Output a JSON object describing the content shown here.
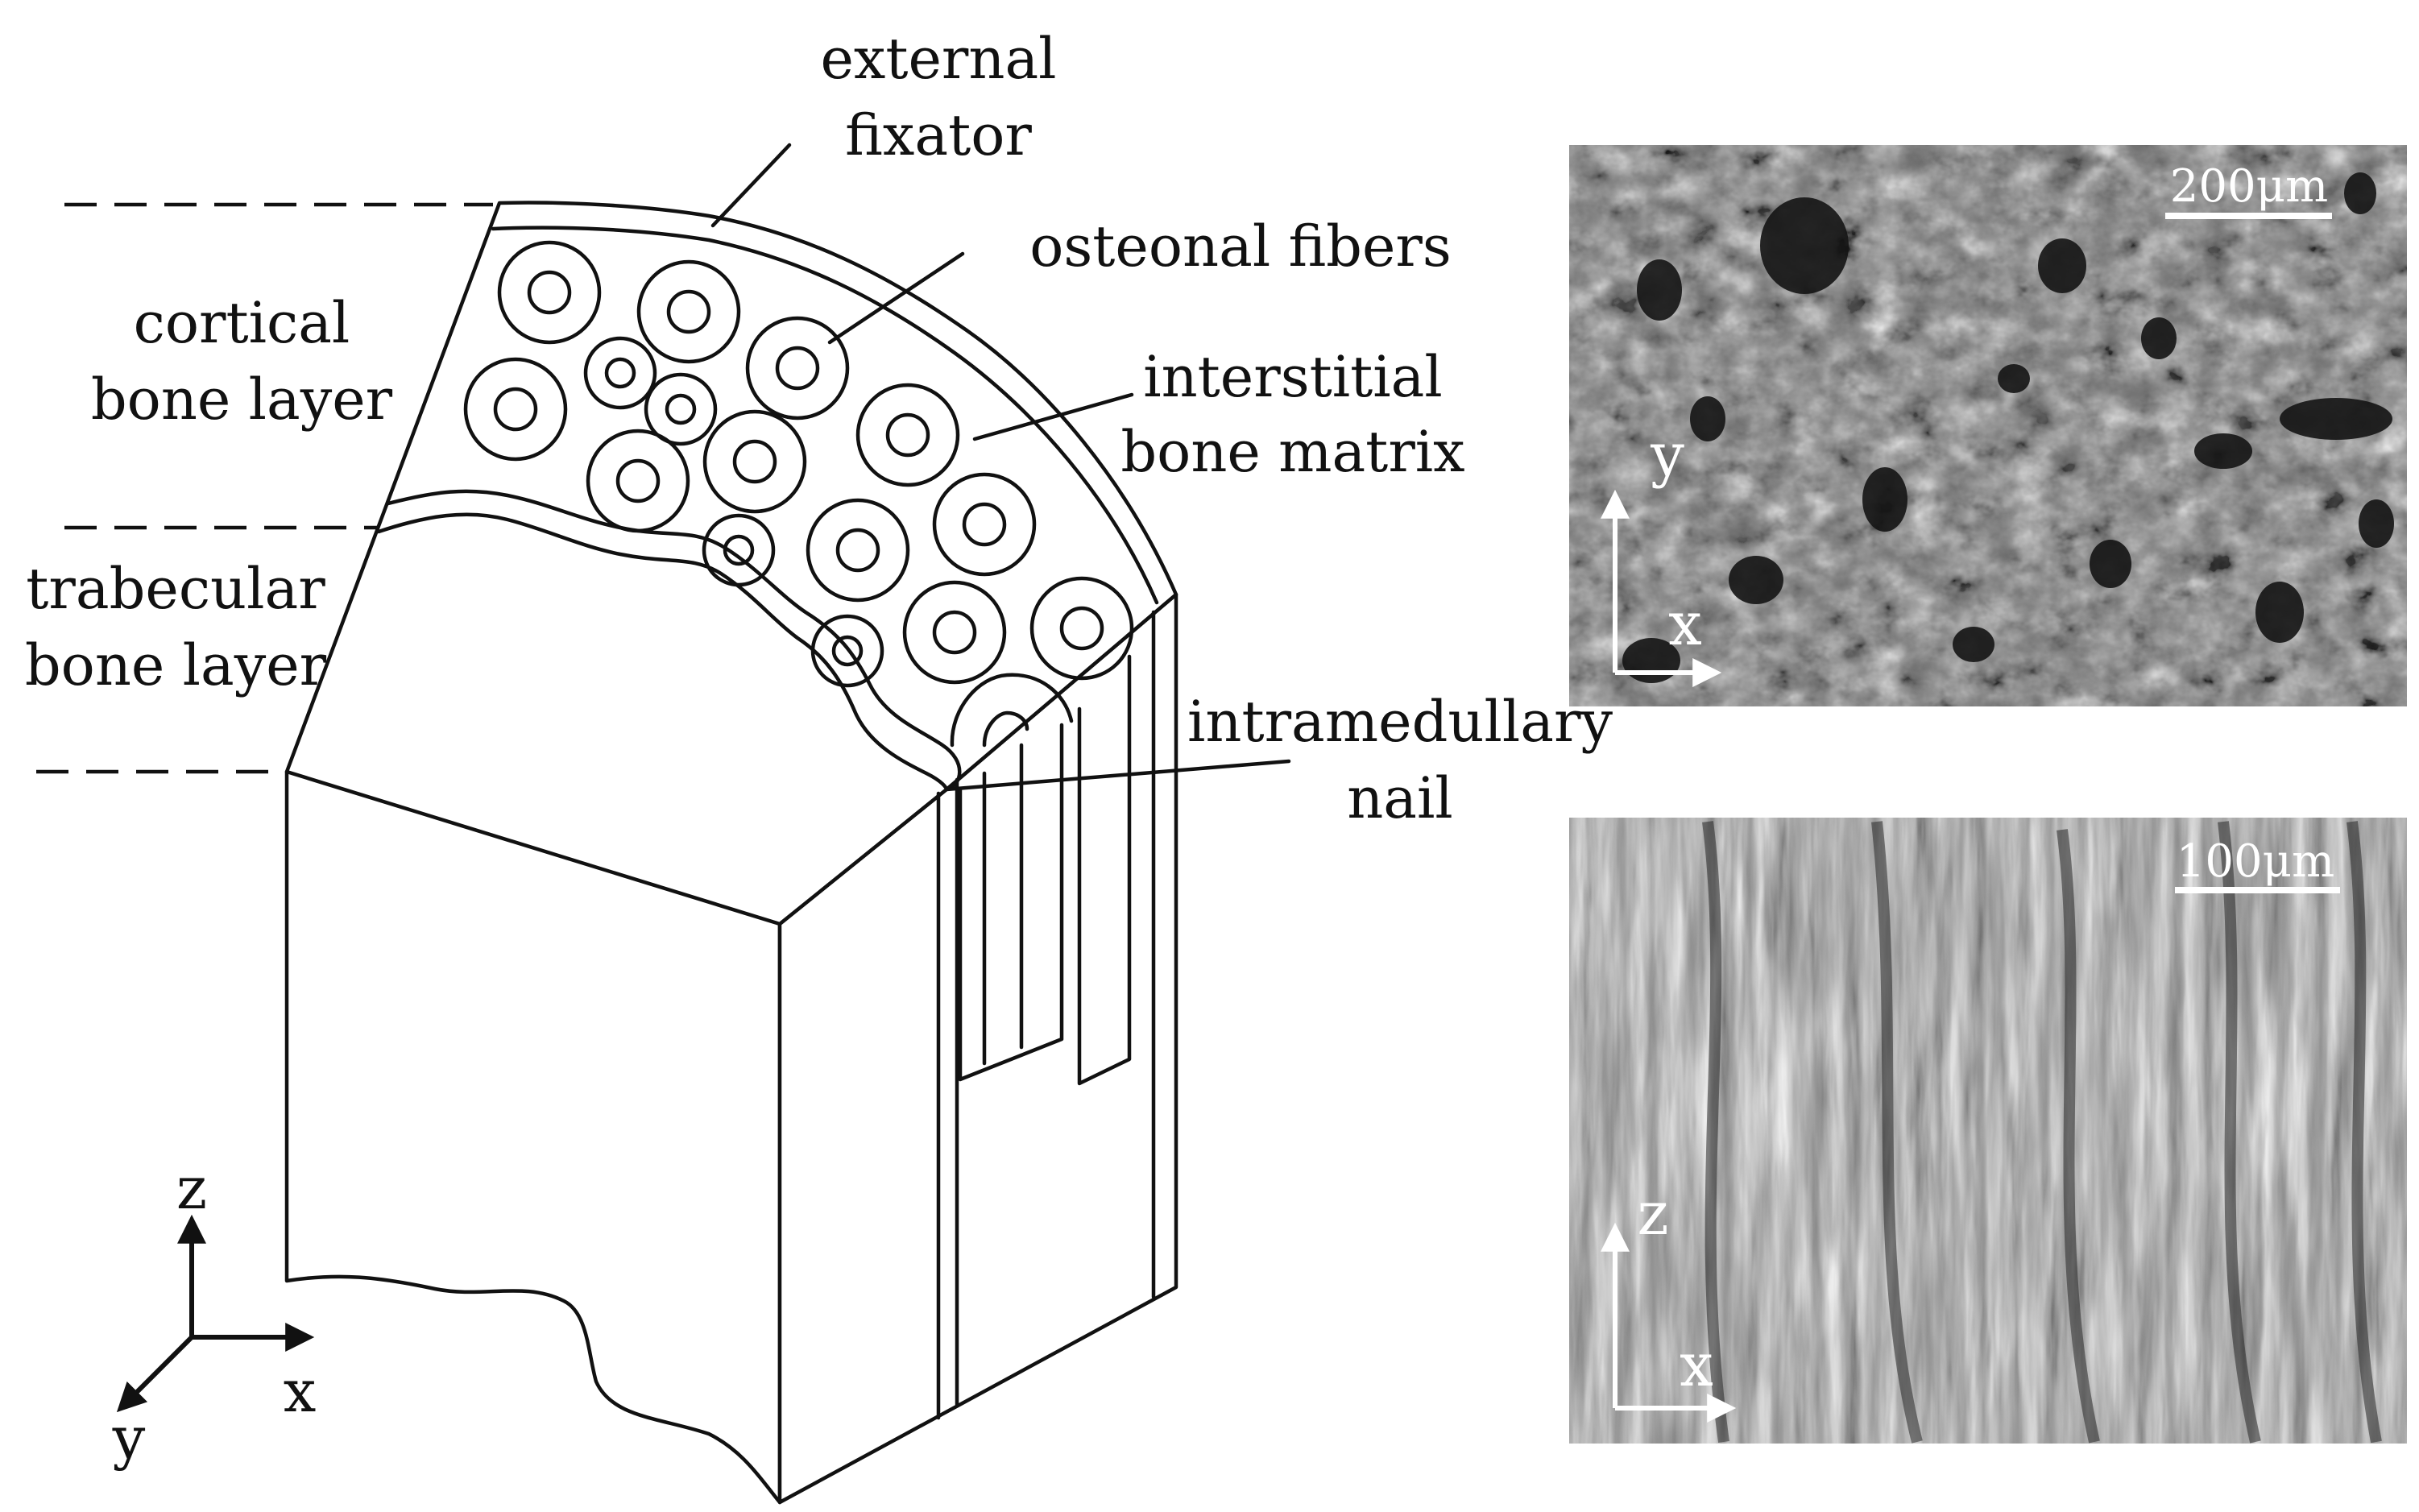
{
  "labels": {
    "external_fixator": [
      "external",
      "fixator"
    ],
    "osteonal_fibers": "osteonal fibers",
    "cortical_bone_layer": [
      "cortical",
      "bone layer"
    ],
    "interstitial_bone_matrix": [
      "interstitial",
      "bone matrix"
    ],
    "trabecular_bone_layer": [
      "trabecular",
      "bone layer"
    ],
    "intramedullary_nail": [
      "intramedullary",
      "nail"
    ]
  },
  "axes": {
    "z": "z",
    "x": "x",
    "y": "y"
  },
  "micrographs": {
    "top": {
      "scale_bar": "200μm",
      "axis_vertical": "y",
      "axis_horizontal": "x"
    },
    "bottom": {
      "scale_bar": "100μm",
      "axis_vertical": "z",
      "axis_horizontal": "x"
    }
  },
  "colors": {
    "line": "#111111",
    "background": "#ffffff",
    "micrograph_tone": "#6f6f6f"
  }
}
